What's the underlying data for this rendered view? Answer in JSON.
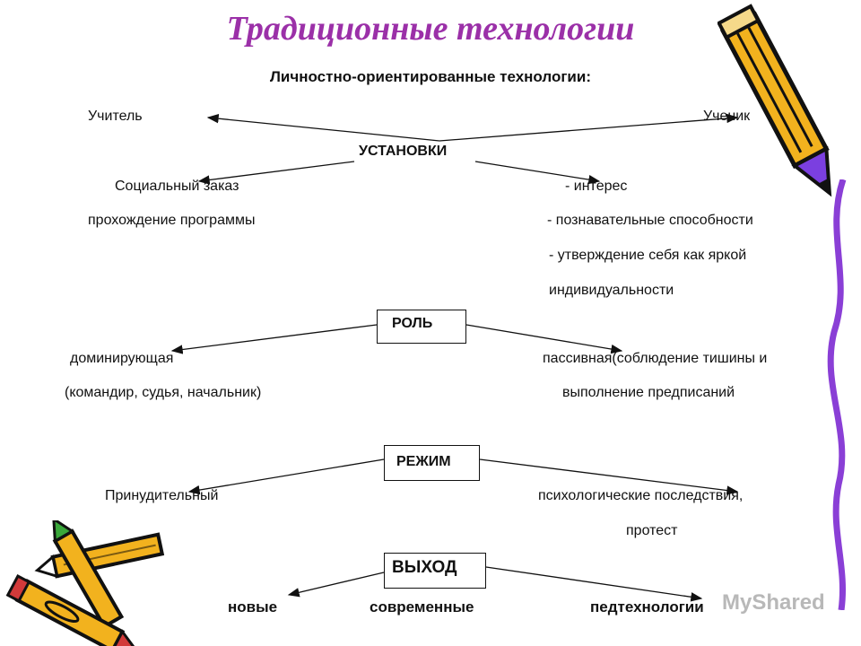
{
  "title": "Традиционные технологии",
  "subtitle": "Личностно-ориентированные технологии:",
  "top": {
    "teacher": "Учитель",
    "student": "Ученик",
    "center": "УСТАНОВКИ",
    "left_items": [
      "Социальный заказ",
      "прохождение программы"
    ],
    "right_items": [
      "- интерес",
      "- познавательные способности",
      "- утверждение себя как яркой",
      "индивидуальности"
    ]
  },
  "role": {
    "label": "РОЛЬ",
    "left": [
      "доминирующая",
      "(командир, судья, начальник)"
    ],
    "right": [
      "пассивная(соблюдение  тишины и",
      "выполнение предписаний"
    ]
  },
  "mode": {
    "label": "РЕЖИМ",
    "left": "Принудительный",
    "right": [
      "психологические  последствия,",
      "протест"
    ]
  },
  "exit": {
    "label": "ВЫХОД",
    "items": [
      "новые",
      "современные",
      "педтехнологии"
    ]
  },
  "watermark": "MyShared",
  "colors": {
    "title": "#9b30a8",
    "pencil_body": "#f2b21e",
    "pencil_dark": "#7a5a12",
    "purple_line": "#8a3fd6"
  }
}
